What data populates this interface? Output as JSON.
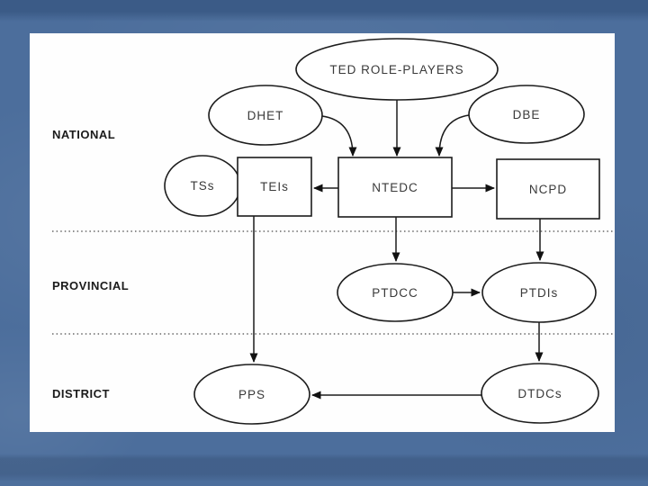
{
  "slide": {
    "colors": {
      "background": "#4c6e9c",
      "band_top": "#3b5b87",
      "band_bottom": "#3e5e88",
      "panel": "#fefefe",
      "ink": "#1c1c1c"
    }
  },
  "diagram": {
    "levels": [
      {
        "id": "national",
        "label": "NATIONAL"
      },
      {
        "id": "provincial",
        "label": "PROVINCIAL"
      },
      {
        "id": "district",
        "label": "DISTRICT"
      }
    ],
    "nodes": [
      {
        "id": "ted-role-players",
        "label": "TED ROLE-PLAYERS",
        "shape": "ellipse",
        "level": "national"
      },
      {
        "id": "dhet",
        "label": "DHET",
        "shape": "ellipse",
        "level": "national"
      },
      {
        "id": "dbe",
        "label": "DBE",
        "shape": "ellipse",
        "level": "national"
      },
      {
        "id": "tss",
        "label": "TSs",
        "shape": "ellipse",
        "level": "national"
      },
      {
        "id": "teis",
        "label": "TEIs",
        "shape": "rect",
        "level": "national"
      },
      {
        "id": "ntedc",
        "label": "NTEDC",
        "shape": "rect",
        "level": "national"
      },
      {
        "id": "ncpd",
        "label": "NCPD",
        "shape": "rect",
        "level": "national"
      },
      {
        "id": "ptdcc",
        "label": "PTDCC",
        "shape": "ellipse",
        "level": "provincial"
      },
      {
        "id": "ptdis",
        "label": "PTDIs",
        "shape": "ellipse",
        "level": "provincial"
      },
      {
        "id": "pps",
        "label": "PPS",
        "shape": "ellipse",
        "level": "district"
      },
      {
        "id": "dtdcs",
        "label": "DTDCs",
        "shape": "ellipse",
        "level": "district"
      }
    ],
    "edges": [
      {
        "from": "ted-role-players",
        "to": "ntedc",
        "style": "straight-arrow"
      },
      {
        "from": "dhet",
        "to": "ntedc",
        "style": "curved-arrow"
      },
      {
        "from": "dbe",
        "to": "ntedc",
        "style": "curved-arrow"
      },
      {
        "from": "ntedc",
        "to": "teis",
        "style": "straight-arrow"
      },
      {
        "from": "ntedc",
        "to": "ncpd",
        "style": "straight-arrow"
      },
      {
        "from": "ntedc",
        "to": "ptdcc",
        "style": "straight-arrow"
      },
      {
        "from": "ncpd",
        "to": "ptdis",
        "style": "straight-arrow"
      },
      {
        "from": "ptdcc",
        "to": "ptdis",
        "style": "straight-arrow"
      },
      {
        "from": "ptdis",
        "to": "dtdcs",
        "style": "straight-arrow"
      },
      {
        "from": "teis",
        "to": "pps",
        "style": "straight-arrow"
      },
      {
        "from": "dtdcs",
        "to": "pps",
        "style": "straight-arrow"
      },
      {
        "from": "tss",
        "to": "teis",
        "style": "attached"
      }
    ]
  }
}
